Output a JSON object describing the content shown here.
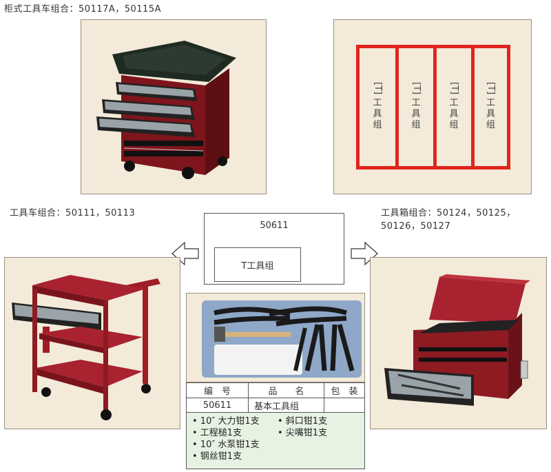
{
  "captions": {
    "top_left": "柜式工具车组合：50117A，50115A",
    "mid_left": "工具车组合：50111，50113",
    "mid_right_line1": "工具箱组合：50124，50125，",
    "mid_right_line2": "50126，50127"
  },
  "tool_groups": [
    {
      "bracket": "[T]",
      "c1": "工",
      "c2": "具",
      "c3": "组"
    },
    {
      "bracket": "[T]",
      "c1": "工",
      "c2": "具",
      "c3": "组"
    },
    {
      "bracket": "[T]",
      "c1": "工",
      "c2": "具",
      "c3": "组"
    },
    {
      "bracket": "[T]",
      "c1": "工",
      "c2": "具",
      "c3": "组"
    }
  ],
  "center": {
    "code": "50611",
    "inner_label": "T工具组"
  },
  "table": {
    "headers": {
      "number": "编　号",
      "name": "品　　名",
      "package": "包　装"
    },
    "row": {
      "number": "50611",
      "name": "基本工具组",
      "package": ""
    }
  },
  "contents": {
    "col1": [
      "• 10″ 大力钳1支",
      "• 工程槌1支",
      "• 10″ 水泵钳1支",
      "• 钢丝钳1支"
    ],
    "col2": [
      "• 斜口钳1支",
      "• 尖嘴钳1支"
    ]
  },
  "colors": {
    "cabinet_red": "#8e1b22",
    "tray_blue": "#8fa8c8",
    "contents_bg": "#e7f2e2",
    "tool_group_border": "#e0251f"
  }
}
